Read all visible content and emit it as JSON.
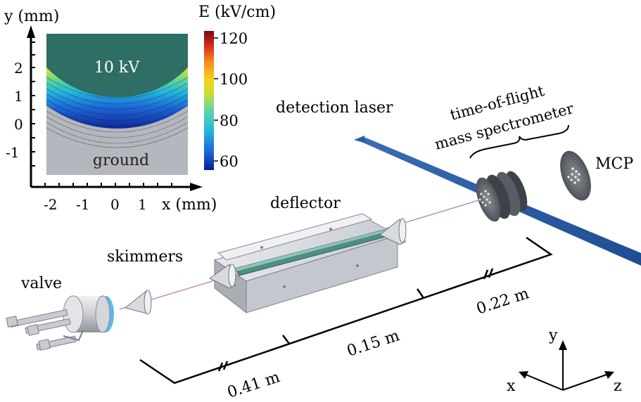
{
  "inset": {
    "y_axis_label": "y (mm)",
    "x_axis_label": "x (mm)",
    "y_ticks": [
      "2",
      "1",
      "0",
      "-1"
    ],
    "x_ticks": [
      "-2",
      "-1",
      "0",
      "1"
    ],
    "top_electrode_label": "10 kV",
    "bottom_electrode_label": "ground",
    "electrode_color": "#2e6e64",
    "ground_color": "#b4b7bd"
  },
  "colorbar": {
    "title": "E (kV/cm)",
    "tick_labels": [
      "120",
      "100",
      "80",
      "60"
    ],
    "colors": [
      "#0b1e8c",
      "#1d5fd6",
      "#22b6e0",
      "#57d3b0",
      "#c9df2f",
      "#f6d11d",
      "#f58a1c",
      "#d3261c",
      "#7a0c0f"
    ]
  },
  "labels": {
    "detection_laser": "detection laser",
    "tof_line1": "time-of-flight",
    "tof_line2": "mass spectrometer",
    "mcp": "MCP",
    "deflector": "deflector",
    "skimmers": "skimmers",
    "valve": "valve"
  },
  "distances": {
    "d1": "0.41 m",
    "d2": "0.15 m",
    "d3": "0.22 m"
  },
  "axes3d": {
    "x": "x",
    "y": "y",
    "z": "z"
  }
}
